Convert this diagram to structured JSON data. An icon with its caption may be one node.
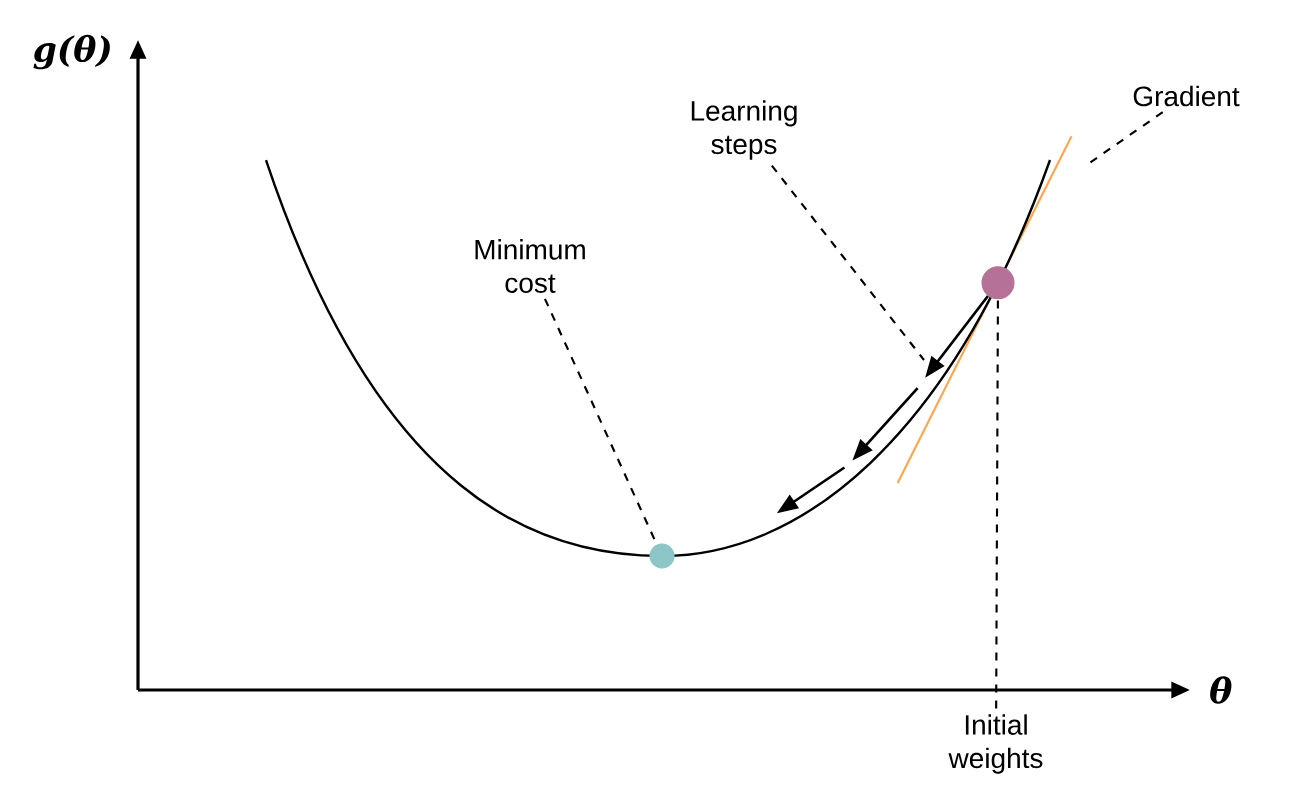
{
  "diagram": {
    "nodes": [
      {
        "text": [
          "Minimum cost"
        ]
      },
      {
        "text": [],
        "shape": "circle"
      },
      {
        "text": [
          "Learning steps"
        ]
      },
      {
        "text": [
          "Gradient"
        ]
      },
      {
        "text": [],
        "shape": "circle"
      },
      {
        "text": [
          "Initial weights"
        ]
      }
    ],
    "edges": [
      {
        "from": 0,
        "to": 1,
        "arrow": "none",
        "style": "dashed"
      },
      {
        "from": 2,
        "to": null,
        "arrow": "none",
        "style": "dashed"
      },
      {
        "from": 3,
        "to": null,
        "arrow": "none",
        "style": "dashed"
      },
      {
        "from": 5,
        "to": 4,
        "arrow": "none",
        "style": "dashed"
      },
      {
        "from": 4,
        "to": null,
        "arrow": "to"
      }
    ],
    "labels": [
      "g(θ)",
      "θ"
    ]
  }
}
